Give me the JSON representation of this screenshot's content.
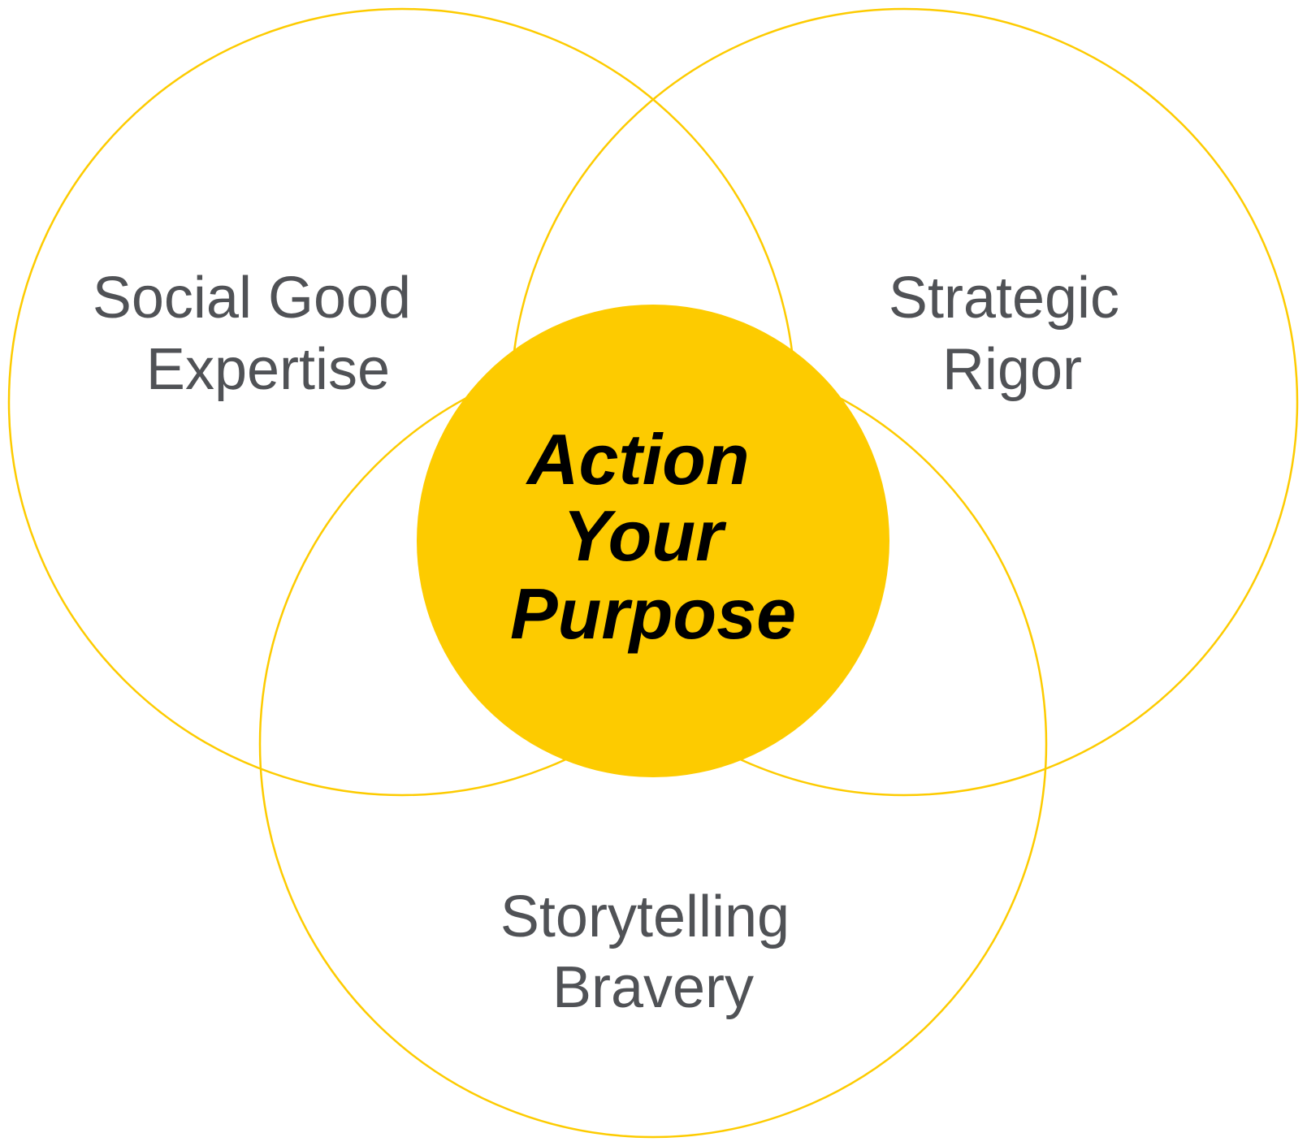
{
  "colors": {
    "accent": "#FDCB00",
    "circle_stroke": "#FDCB00",
    "label_text": "#505256",
    "center_text": "#000000",
    "background": "#FFFFFF"
  },
  "diagram": {
    "type": "venn",
    "sets": [
      {
        "id": "left",
        "lines": [
          "Social Good",
          "Expertise"
        ]
      },
      {
        "id": "right",
        "lines": [
          "Strategic",
          "Rigor"
        ]
      },
      {
        "id": "bottom",
        "lines": [
          "Storytelling",
          "Bravery"
        ]
      }
    ],
    "center": {
      "lines": [
        "Action",
        "Your",
        "Purpose"
      ]
    }
  }
}
